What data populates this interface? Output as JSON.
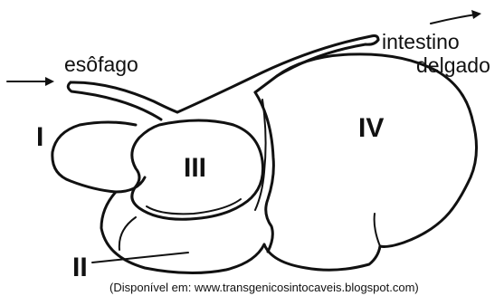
{
  "labels": {
    "esophagus": "esôfago",
    "small_intestine_line1": "intestino",
    "small_intestine_line2": "delgado",
    "chamber_1": "I",
    "chamber_2": "II",
    "chamber_3": "III",
    "chamber_4": "IV"
  },
  "source_credit": "(Disponível em: www.transgenicosintocaveis.blogspot.com)",
  "colors": {
    "stroke": "#111111",
    "background": "#ffffff"
  }
}
